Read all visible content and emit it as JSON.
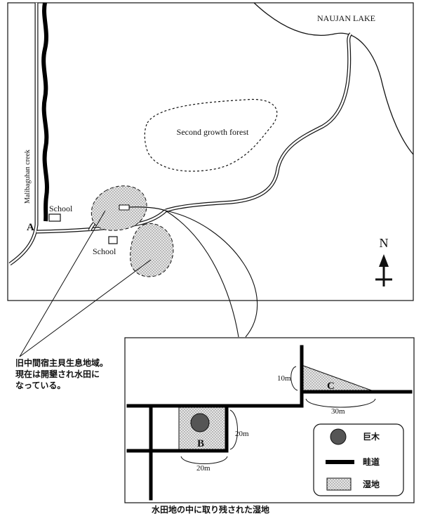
{
  "map": {
    "lake_label": "NAUJAN LAKE",
    "forest_label": "Second growth forest",
    "creek_label": "Malibaguhan creek",
    "school_label_1": "School",
    "school_label_2": "School",
    "point_a": "A",
    "north_label": "N"
  },
  "inset": {
    "point_b": "B",
    "point_c": "C",
    "dim_10m": "10m",
    "dim_30m": "30m",
    "dim_20m_right": "20m",
    "dim_20m_bottom": "20m"
  },
  "legend": {
    "items": [
      {
        "label": "巨木",
        "symbol": "circle"
      },
      {
        "label": "畦道",
        "symbol": "thick-line"
      },
      {
        "label": "湿地",
        "symbol": "stipple"
      }
    ]
  },
  "callout": {
    "lines": [
      "旧中間宿主貝生息地域。",
      "現在は開墾され水田に",
      "なっている。"
    ]
  },
  "caption": "水田地の中に取り残された湿地"
}
